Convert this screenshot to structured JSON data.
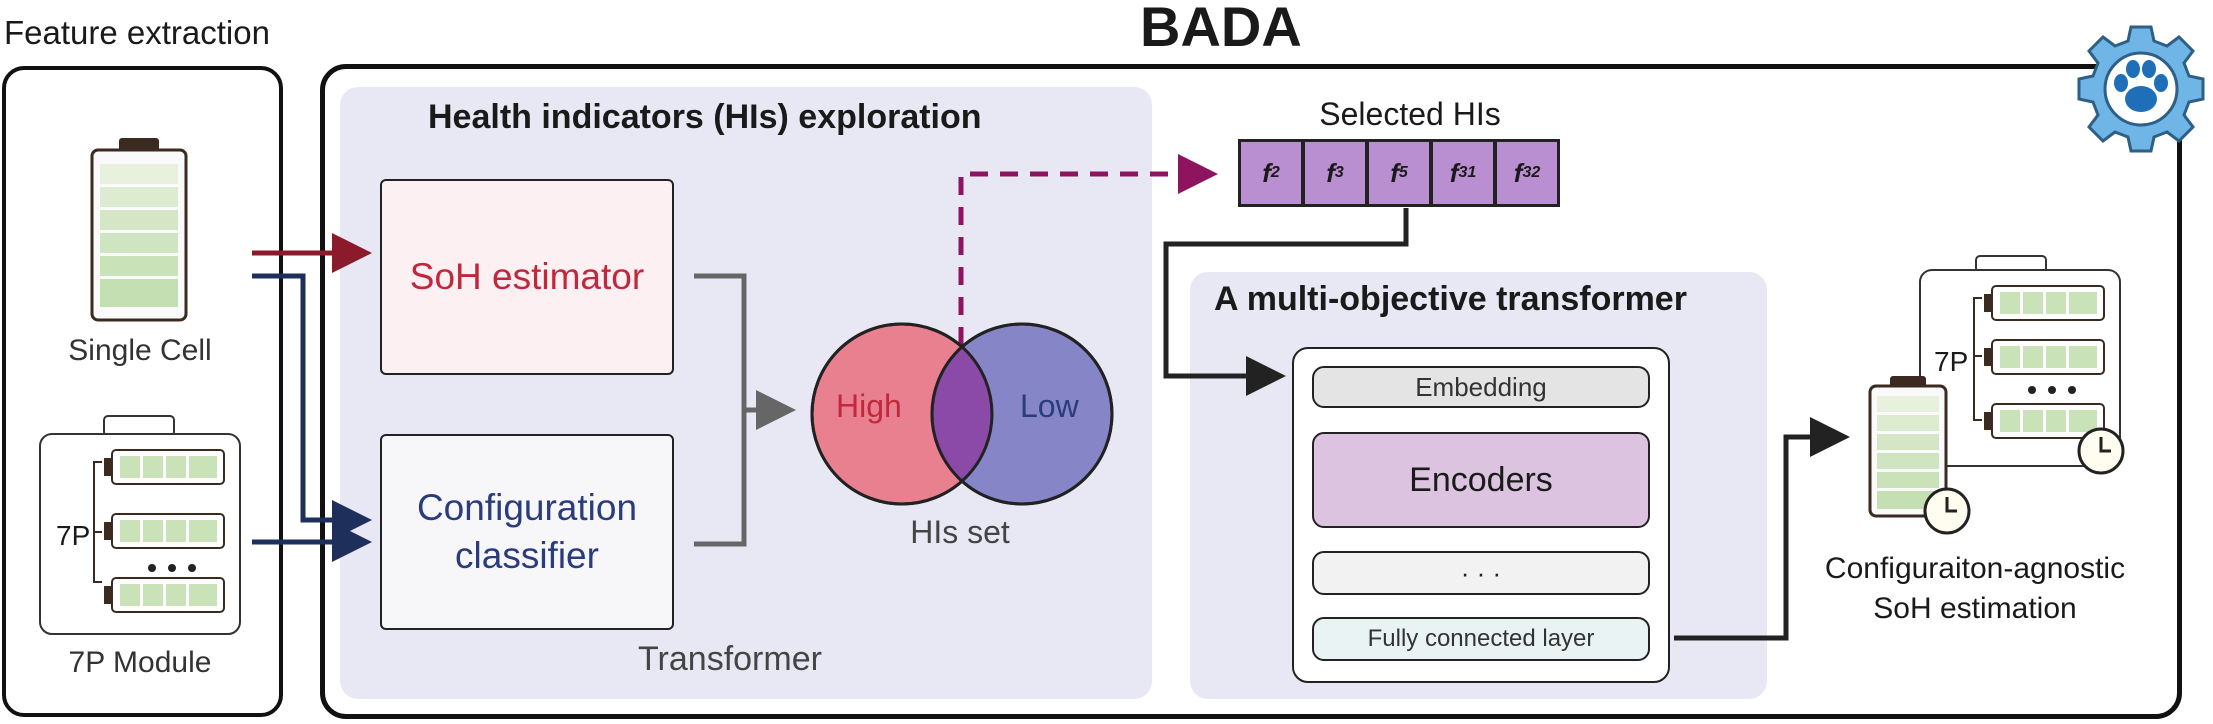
{
  "title": "BADA",
  "feature_extraction": {
    "label": "Feature extraction",
    "single_cell_label": "Single Cell",
    "module_label": "7P Module",
    "module_tag": "7P"
  },
  "hi_exploration": {
    "title": "Health indicators (HIs) exploration",
    "soh_estimator": "SoH estimator",
    "config_classifier_line1": "Configuration",
    "config_classifier_line2": "classifier",
    "transformer_label": "Transformer",
    "venn_high": "High",
    "venn_low": "Low",
    "venn_label": "HIs set"
  },
  "selected_his": {
    "label": "Selected HIs",
    "cells": [
      {
        "name": "f",
        "sub": "2"
      },
      {
        "name": "f",
        "sub": "3"
      },
      {
        "name": "f",
        "sub": "5"
      },
      {
        "name": "f",
        "sub": "31"
      },
      {
        "name": "f",
        "sub": "32"
      }
    ]
  },
  "multi_objective": {
    "title": "A multi-objective transformer",
    "embedding": "Embedding",
    "encoders": "Encoders",
    "ellipsis": "· · ·",
    "fc_layer": "Fully connected layer"
  },
  "output": {
    "line1": "Configuraiton-agnostic",
    "line2": "SoH estimation",
    "module_tag": "7P"
  },
  "colors": {
    "red_arrow": "#8b1a2b",
    "navy_arrow": "#1f2f5c",
    "purple_dashed": "#8e1460",
    "venn_high": "#e8808f",
    "venn_low": "#8585c8",
    "venn_overlap": "#8c4aa8",
    "hi_cell": "#b98fd1",
    "panel": "#e8e8f4",
    "battery_fill": "#c9e2b7"
  }
}
